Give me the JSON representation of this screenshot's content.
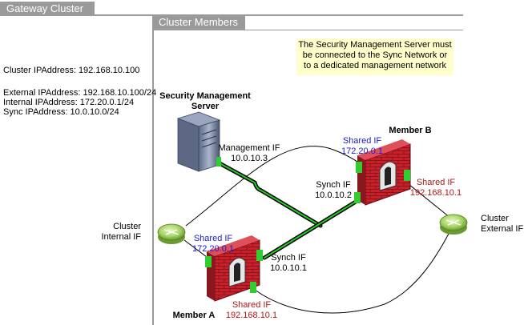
{
  "header": {
    "gateway_tab": "Gateway Cluster",
    "members_tab": "Cluster Members"
  },
  "cluster_info": {
    "cluster_ip": "Cluster IPAddress: 192.168.10.100",
    "external_ip": "External IPAddress: 192.168.10.100/24",
    "internal_ip": "Internal IPAddress: 172.20.0.1/24",
    "sync_ip": "Sync IPAddress: 10.0.10.0/24"
  },
  "note": {
    "line1": "The Security Management Server must",
    "line2": "be connected to the Sync Network or",
    "line3": "to a dedicated management network"
  },
  "server": {
    "title_line1": "Security Management",
    "title_line2": "Server",
    "mgmt_if": "Management IF",
    "mgmt_ip": "10.0.10.3"
  },
  "member_b": {
    "name": "Member B",
    "shared_internal_label": "Shared IF",
    "shared_internal_ip": "172.20.0.1",
    "synch_label": "Synch  IF",
    "synch_ip": "10.0.10.2",
    "shared_external_label": "Shared IF",
    "shared_external_ip": "192.168.10.1"
  },
  "member_a": {
    "name": "Member A",
    "shared_internal_label": "Shared IF",
    "shared_internal_ip": "172.20.0.1",
    "synch_label": "Synch IF",
    "synch_ip": "10.0.10.1",
    "shared_external_label": "Shared IF",
    "shared_external_ip": "192.168.10.1"
  },
  "internal_router": {
    "line1": "Cluster",
    "line2": "Internal IF"
  },
  "external_router": {
    "line1": "Cluster",
    "line2": "External IF"
  },
  "colors": {
    "shared_internal": "#1a1ad0",
    "shared_external": "#b01818",
    "sync_line": "#22cc22",
    "note_bg": "#ffffcc"
  }
}
